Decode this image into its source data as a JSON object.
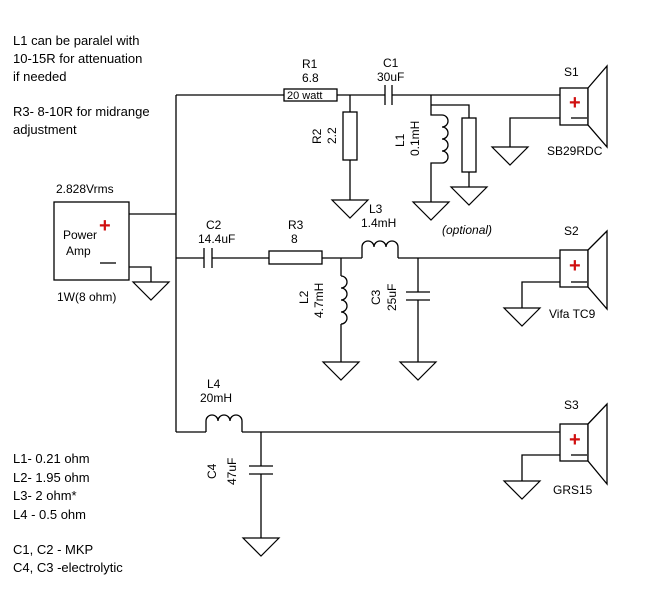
{
  "notes": {
    "top": [
      "L1 can be paralel with",
      "10-15R for attenuation",
      "if needed"
    ],
    "r3": [
      "R3- 8-10R for midrange",
      "adjustment"
    ],
    "dcr": [
      "L1- 0.21 ohm",
      "L2- 1.95 ohm",
      "L3- 2 ohm*",
      "L4 - 0.5 ohm"
    ],
    "caps": [
      "C1, C2 - MKP",
      "C4, C3 -electrolytic"
    ]
  },
  "amp": {
    "voltage": "2.828Vrms",
    "label_line1": "Power",
    "label_line2": "Amp",
    "plus": "+",
    "power": "1W(8 ohm)"
  },
  "components": {
    "r1": {
      "name": "R1",
      "value": "6.8",
      "rating": "20 watt"
    },
    "c1": {
      "name": "C1",
      "value": "30uF"
    },
    "r2": {
      "name": "R2",
      "value": "2.2"
    },
    "l1": {
      "name": "L1",
      "value": "0.1mH"
    },
    "optional": "(optional)",
    "c2": {
      "name": "C2",
      "value": "14.4uF"
    },
    "r3": {
      "name": "R3",
      "value": "8"
    },
    "l3": {
      "name": "L3",
      "value": "1.4mH"
    },
    "l2": {
      "name": "L2",
      "value": "4.7mH"
    },
    "c3": {
      "name": "C3",
      "value": "25uF"
    },
    "l4": {
      "name": "L4",
      "value": "20mH"
    },
    "c4": {
      "name": "C4",
      "value": "47uF"
    }
  },
  "speakers": [
    {
      "name": "S1",
      "model": "SB29RDC",
      "plus": "+"
    },
    {
      "name": "S2",
      "model": "Vifa TC9",
      "plus": "+"
    },
    {
      "name": "S3",
      "model": "GRS15",
      "plus": "+"
    }
  ],
  "colors": {
    "wire": "#000000",
    "plus_sign": "#d01010",
    "background": "#ffffff"
  }
}
